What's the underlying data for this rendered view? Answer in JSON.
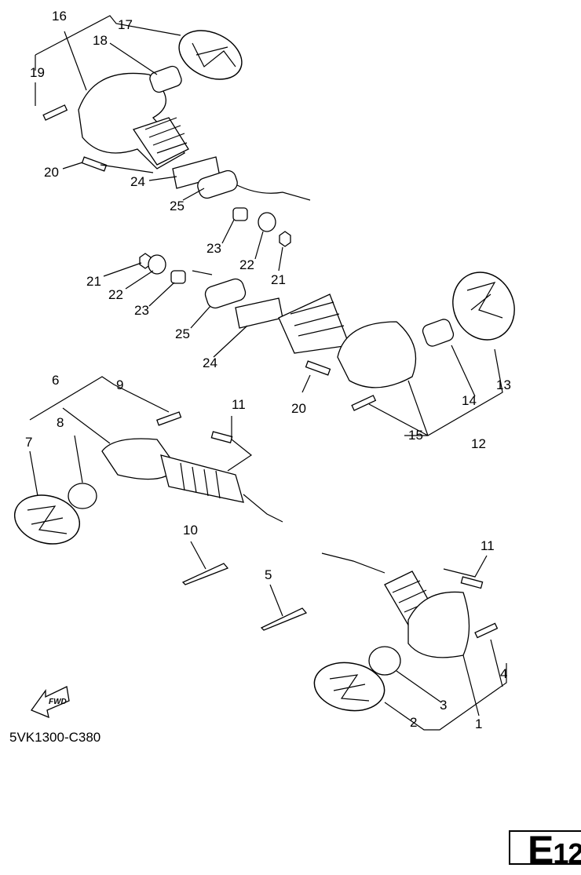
{
  "diagram": {
    "title": "Flasher light exploded parts diagram",
    "callouts": [
      "16",
      "17",
      "18",
      "19",
      "20",
      "24",
      "25",
      "23",
      "22",
      "21",
      "21",
      "22",
      "23",
      "25",
      "24",
      "20",
      "15",
      "12",
      "14",
      "13",
      "6",
      "9",
      "11",
      "8",
      "7",
      "10",
      "5",
      "11",
      "4",
      "3",
      "2",
      "1"
    ],
    "fwd_label": "FWD",
    "drawing_code": "5VK1300-C380",
    "page_id": "E12",
    "page_letter": "E",
    "page_number": "12"
  }
}
